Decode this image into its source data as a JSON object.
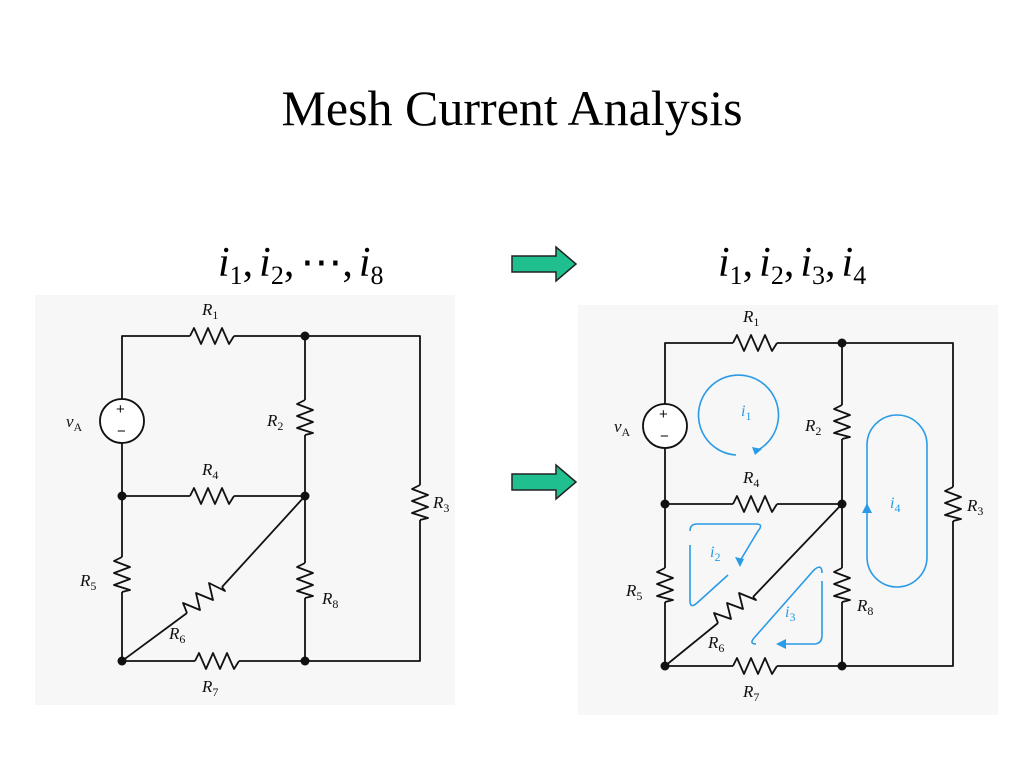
{
  "title": "Mesh Current Analysis",
  "equations": {
    "left": {
      "var": "i",
      "subs": [
        "1",
        "2"
      ],
      "dots": "⋯",
      "last_sub": "8"
    },
    "right": {
      "var": "i",
      "subs": [
        "1",
        "2",
        "3",
        "4"
      ]
    }
  },
  "arrow_color": "#1fbf8f",
  "mesh_color": "#2a9be6",
  "circuit": {
    "source": {
      "label": "v",
      "sub": "A",
      "plus": "+",
      "minus": "−"
    },
    "resistors": [
      {
        "label": "R",
        "sub": "1"
      },
      {
        "label": "R",
        "sub": "2"
      },
      {
        "label": "R",
        "sub": "3"
      },
      {
        "label": "R",
        "sub": "4"
      },
      {
        "label": "R",
        "sub": "5"
      },
      {
        "label": "R",
        "sub": "6"
      },
      {
        "label": "R",
        "sub": "7"
      },
      {
        "label": "R",
        "sub": "8"
      }
    ],
    "meshes": [
      {
        "label": "i",
        "sub": "1"
      },
      {
        "label": "i",
        "sub": "2"
      },
      {
        "label": "i",
        "sub": "3"
      },
      {
        "label": "i",
        "sub": "4"
      }
    ]
  }
}
